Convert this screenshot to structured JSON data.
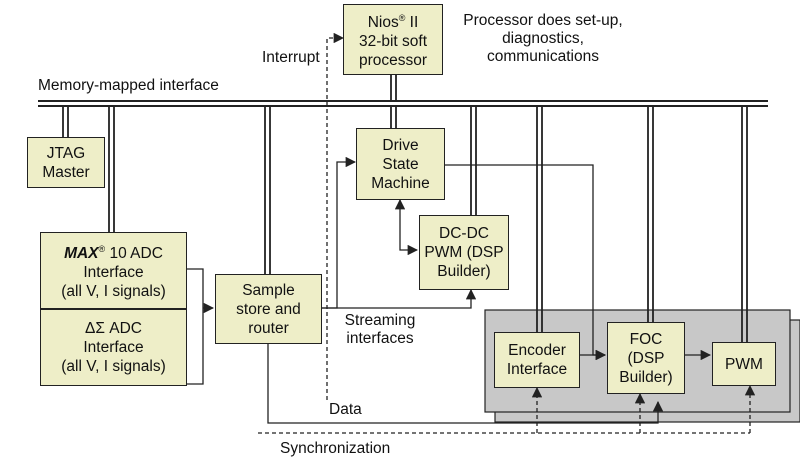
{
  "labels": {
    "interrupt": "Interrupt",
    "memory_mapped": "Memory-mapped interface",
    "processor_note": [
      "Processor does set-up,",
      "diagnostics,",
      "communications"
    ],
    "streaming": [
      "Streaming",
      "interfaces"
    ],
    "data": "Data",
    "synchronization": "Synchronization"
  },
  "blocks": {
    "nios": {
      "name": "Nios",
      "reg": "®",
      "suffix": " II",
      "line2": "32-bit soft",
      "line3": "processor"
    },
    "jtag": [
      "JTAG",
      "Master"
    ],
    "max10": {
      "name": "MAX",
      "reg": "®",
      "rest": " 10 ADC",
      "line2": "Interface",
      "line3": "(all V, I signals)"
    },
    "delta_sigma": [
      "ΔΣ ADC",
      "Interface",
      "(all V, I signals)"
    ],
    "sample_store": [
      "Sample",
      "store and",
      "router"
    ],
    "drive_state": [
      "Drive",
      "State",
      "Machine"
    ],
    "dcdc": [
      "DC-DC",
      "PWM (DSP",
      "Builder)"
    ],
    "encoder": [
      "Encoder",
      "Interface"
    ],
    "foc": [
      "FOC",
      "(DSP",
      "Builder)"
    ],
    "pwm": [
      "PWM"
    ]
  },
  "colors": {
    "block_fill": "#eeeec8",
    "group_fill": "#c8c8c8",
    "line": "#222222"
  }
}
